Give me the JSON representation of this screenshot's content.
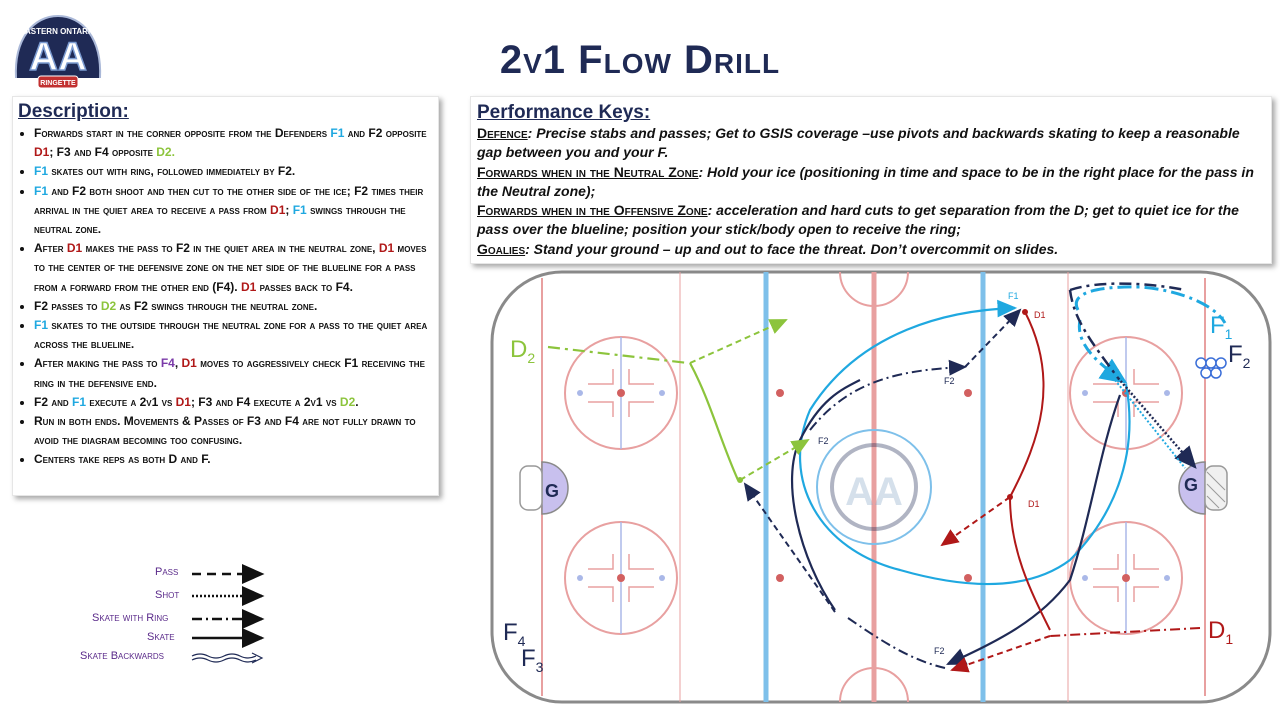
{
  "title": "2v1 Flow Drill",
  "logo": {
    "top_text": "EASTERN ONTARIO",
    "letters": "AA",
    "bottom_text": "RINGETTE"
  },
  "description": {
    "heading": "Description:",
    "items": [
      {
        "segments": [
          {
            "t": "Forwards start in the corner opposite from the Defenders "
          },
          {
            "t": "F1",
            "c": "c-lb"
          },
          {
            "t": " and F2 opposite "
          },
          {
            "t": "D1",
            "c": "c-red"
          },
          {
            "t": "; F3 and F4 opposite "
          },
          {
            "t": "D2.",
            "c": "c-grn"
          }
        ]
      },
      {
        "segments": [
          {
            "t": "F1",
            "c": "c-lb"
          },
          {
            "t": " skates out with ring, followed immediately by F2."
          }
        ]
      },
      {
        "segments": [
          {
            "t": "F1",
            "c": "c-lb"
          },
          {
            "t": " and F2 both shoot and then cut to the other side of the ice; F2 times their arrival in the quiet area to receive a pass from "
          },
          {
            "t": "D1",
            "c": "c-red"
          },
          {
            "t": "; "
          },
          {
            "t": "F1",
            "c": "c-lb"
          },
          {
            "t": " swings through the neutral zone."
          }
        ]
      },
      {
        "segments": [
          {
            "t": "After "
          },
          {
            "t": "D1",
            "c": "c-red"
          },
          {
            "t": " makes the pass to F2 in the quiet area in the neutral zone, "
          },
          {
            "t": "D1",
            "c": "c-red"
          },
          {
            "t": " moves to the center of the defensive zone on the net side of the blueline for a pass from a forward from the other end (F4). "
          },
          {
            "t": "D1",
            "c": "c-red"
          },
          {
            "t": " passes back to F4."
          }
        ]
      },
      {
        "segments": [
          {
            "t": "F2 passes to "
          },
          {
            "t": "D2",
            "c": "c-grn"
          },
          {
            "t": " as F2 swings through the neutral zone."
          }
        ]
      },
      {
        "segments": [
          {
            "t": "F1",
            "c": "c-lb"
          },
          {
            "t": " skates to the outside through the neutral zone for a pass to the quiet area across the blueline."
          }
        ]
      },
      {
        "segments": [
          {
            "t": "After making the pass to "
          },
          {
            "t": "F4",
            "c": "c-prp"
          },
          {
            "t": ", "
          },
          {
            "t": "D1",
            "c": "c-red"
          },
          {
            "t": " moves to aggressively check F1 receiving the ring in the defensive end."
          }
        ]
      },
      {
        "segments": [
          {
            "t": "F2 and "
          },
          {
            "t": "F1",
            "c": "c-lb"
          },
          {
            "t": " execute a 2v1 vs "
          },
          {
            "t": "D1",
            "c": "c-red"
          },
          {
            "t": "; F3 and F4 execute a 2v1 vs "
          },
          {
            "t": "D2",
            "c": "c-grn"
          },
          {
            "t": "."
          }
        ]
      },
      {
        "segments": [
          {
            "t": "Run in both ends. Movements & Passes of F3 and F4 are not fully drawn to avoid the diagram becoming too confusing."
          }
        ]
      },
      {
        "segments": [
          {
            "t": "Centers take reps as both D and F."
          }
        ]
      }
    ]
  },
  "performance": {
    "heading": "Performance Keys:",
    "items": [
      {
        "key": "Defence",
        "text": ": Precise stabs and passes; Get to GSIS coverage –use pivots and backwards skating to keep a reasonable gap between you and your F."
      },
      {
        "key": "Forwards when in the Neutral Zone",
        "text": ": Hold your ice (positioning in time and space to be in the right place for the pass in the Neutral zone);"
      },
      {
        "key": "Forwards when in the Offensive Zone",
        "text": ": acceleration and hard cuts to get separation from the D; get to quiet ice for the pass over the blueline; position your stick/body open to receive the ring;"
      },
      {
        "key": "Goalies",
        "text": ": Stand your ground – up and out to face the threat. Don’t overcommit on slides."
      }
    ]
  },
  "legend": {
    "pass": "Pass",
    "shot": "Shot",
    "skate_with_ring": "Skate with Ring",
    "skate": "Skate",
    "skate_backwards": "Skate Backwards"
  },
  "rink_labels": {
    "d2": "D",
    "d2_sub": "2",
    "d1_right": "D",
    "d1_right_sub": "1",
    "f1_top": "F",
    "f1_top_sub": "1",
    "f2_top": "F",
    "f2_top_sub": "2",
    "f4": "F",
    "f4_sub": "4",
    "f3": "F",
    "f3_sub": "3",
    "goalie": "G",
    "small_f1": "F1",
    "small_d1a": "D1",
    "small_f2a": "F2",
    "small_f2b": "F2",
    "small_d1b": "D1",
    "small_f2c": "F2"
  },
  "colors": {
    "navy": "#1f2a55",
    "light_blue": "#1fa8e0",
    "red": "#b01818",
    "green": "#8cc43c",
    "purple": "#7a3aa8",
    "rink_red": "#e8a0a0",
    "rink_blue": "#7ec0ea"
  }
}
